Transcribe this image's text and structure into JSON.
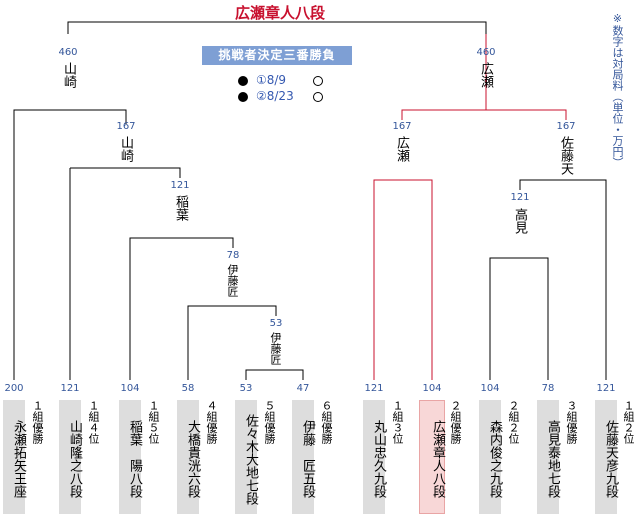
{
  "title": "広瀬章人八段",
  "banner": "挑戦者決定三番勝負",
  "games": [
    {
      "label": "①8/9",
      "left": "black",
      "right": "white"
    },
    {
      "label": "②8/23",
      "left": "black",
      "right": "white"
    }
  ],
  "note": "※数字は対局料（単位・万円）",
  "finalists": [
    {
      "name": "山崎",
      "fee": "460"
    },
    {
      "name": "広瀬",
      "fee": "460"
    }
  ],
  "intermediate": [
    {
      "name": "山崎",
      "fee": "167"
    },
    {
      "name": "稲葉",
      "fee": "121"
    },
    {
      "name": "伊藤匠",
      "fee": "78"
    },
    {
      "name": "伊藤匠",
      "fee": "53"
    },
    {
      "name": "広瀬",
      "fee": "167"
    },
    {
      "name": "佐藤天",
      "fee": "167"
    },
    {
      "name": "高見",
      "fee": "121"
    }
  ],
  "players": [
    {
      "name": "永瀬拓矢王座",
      "qual": "１組優勝",
      "fee": "200"
    },
    {
      "name": "山崎隆之八段",
      "qual": "１組４位",
      "fee": "121"
    },
    {
      "name": "稲葉　陽八段",
      "qual": "１組５位",
      "fee": "104"
    },
    {
      "name": "大橋貴洸六段",
      "qual": "４組優勝",
      "fee": "58"
    },
    {
      "name": "佐々木大地七段",
      "qual": "５組優勝",
      "fee": "53"
    },
    {
      "name": "伊藤　匠五段",
      "qual": "６組優勝",
      "fee": "47"
    },
    {
      "name": "丸山忠久九段",
      "qual": "１組３位",
      "fee": "121"
    },
    {
      "name": "広瀬章人八段",
      "qual": "２組優勝",
      "fee": "104"
    },
    {
      "name": "森内俊之九段",
      "qual": "２組２位",
      "fee": "104"
    },
    {
      "name": "高見泰地七段",
      "qual": "３組優勝",
      "fee": "78"
    },
    {
      "name": "佐藤天彦九段",
      "qual": "１組２位",
      "fee": "121"
    }
  ],
  "colors": {
    "winner_line": "#c8102e",
    "line": "#000000",
    "fee": "#34569a",
    "banner": "#7e9fd4"
  }
}
